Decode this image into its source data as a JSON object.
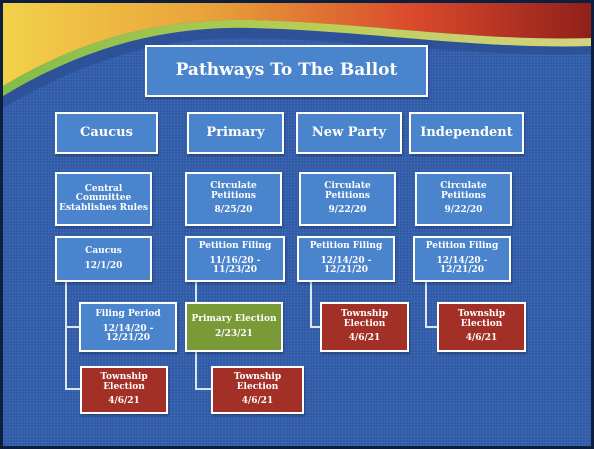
{
  "title": "Pathways To The Ballot",
  "columns": [
    {
      "heading": "Caucus",
      "rules": {
        "label": "Central Committee Establishes Rules"
      },
      "step": {
        "label": "Caucus",
        "date": "12/1/20"
      },
      "filing": {
        "label": "Filing Period",
        "date": "12/14/20 - 12/21/20"
      },
      "election": {
        "label": "Township Election",
        "date": "4/6/21"
      }
    },
    {
      "heading": "Primary",
      "petitions": {
        "label": "Circulate Petitions",
        "date": "8/25/20"
      },
      "filing": {
        "label": "Petition Filing",
        "date": "11/16/20 - 11/23/20"
      },
      "primary": {
        "label": "Primary Election",
        "date": "2/23/21"
      },
      "election": {
        "label": "Township Election",
        "date": "4/6/21"
      }
    },
    {
      "heading": "New Party",
      "petitions": {
        "label": "Circulate Petitions",
        "date": "9/22/20"
      },
      "filing": {
        "label": "Petition Filing",
        "date": "12/14/20 - 12/21/20"
      },
      "election": {
        "label": "Township Election",
        "date": "4/6/21"
      }
    },
    {
      "heading": "Independent",
      "petitions": {
        "label": "Circulate Petitions",
        "date": "9/22/20"
      },
      "filing": {
        "label": "Petition Filing",
        "date": "12/14/20 - 12/21/20"
      },
      "election": {
        "label": "Township Election",
        "date": "4/6/21"
      }
    }
  ],
  "colors": {
    "background": "#2e5aa8",
    "box_blue": "#4a84cc",
    "box_red": "#a33027",
    "box_green": "#7a9a37",
    "border": "#ffffff"
  }
}
